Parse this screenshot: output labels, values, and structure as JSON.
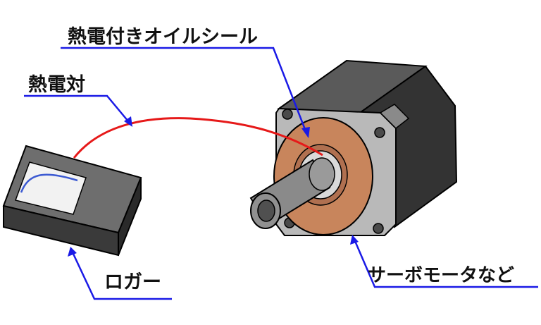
{
  "labels": {
    "oil_seal": "熱電付きオイルシール",
    "thermocouple": "熱電対",
    "logger": "ロガー",
    "servo_motor": "サーボモータなど"
  },
  "colors": {
    "leader_line": "#1a1ae6",
    "thermocouple_wire": "#e61919",
    "seal_copper": "#c8855c",
    "motor_body": "#3c3c3c",
    "flange": "#b8b8b8",
    "shaft": "#808080",
    "logger_body": "#3a3a3a",
    "screen_curve": "#3c5ad2"
  }
}
